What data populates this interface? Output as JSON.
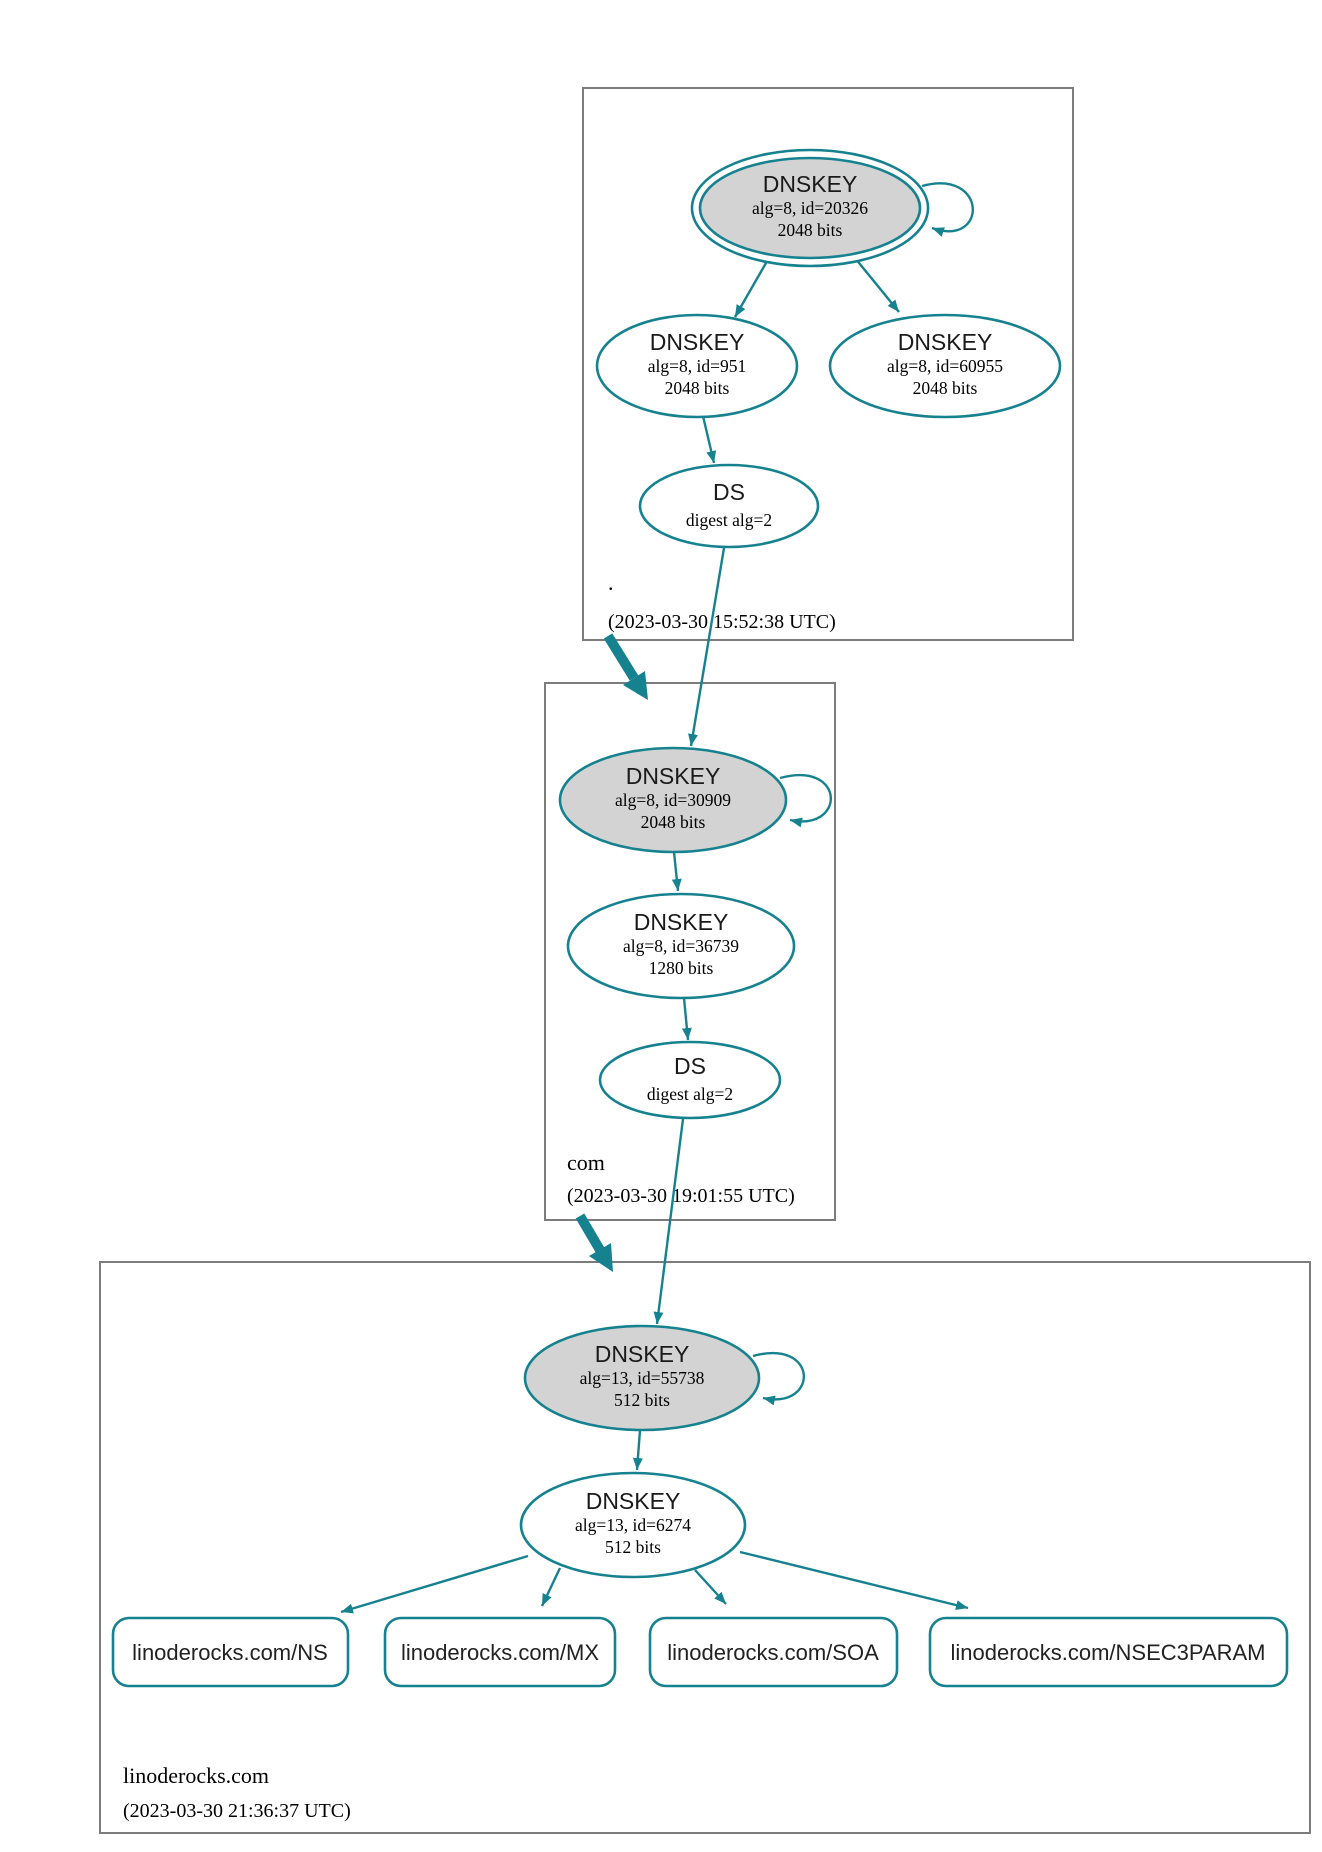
{
  "colors": {
    "secure": "#17828F",
    "node_fill": "#d3d3d3",
    "box_border": "#7c7c7c"
  },
  "zones": {
    "root": {
      "label": ".",
      "timestamp": "(2023-03-30 15:52:38 UTC)"
    },
    "com": {
      "label": "com",
      "timestamp": "(2023-03-30 19:01:55 UTC)"
    },
    "linoderocks": {
      "label": "linoderocks.com",
      "timestamp": "(2023-03-30 21:36:37 UTC)"
    }
  },
  "nodes": {
    "root_ksk": {
      "title": "DNSKEY",
      "alg": "alg=8, id=20326",
      "bits": "2048 bits"
    },
    "root_zsk1": {
      "title": "DNSKEY",
      "alg": "alg=8, id=951",
      "bits": "2048 bits"
    },
    "root_zsk2": {
      "title": "DNSKEY",
      "alg": "alg=8, id=60955",
      "bits": "2048 bits"
    },
    "root_ds": {
      "title": "DS",
      "alg": "digest alg=2"
    },
    "com_ksk": {
      "title": "DNSKEY",
      "alg": "alg=8, id=30909",
      "bits": "2048 bits"
    },
    "com_zsk": {
      "title": "DNSKEY",
      "alg": "alg=8, id=36739",
      "bits": "1280 bits"
    },
    "com_ds": {
      "title": "DS",
      "alg": "digest alg=2"
    },
    "lino_ksk": {
      "title": "DNSKEY",
      "alg": "alg=13, id=55738",
      "bits": "512 bits"
    },
    "lino_zsk": {
      "title": "DNSKEY",
      "alg": "alg=13, id=6274",
      "bits": "512 bits"
    }
  },
  "rrsets": {
    "ns": {
      "label": "linoderocks.com/NS"
    },
    "mx": {
      "label": "linoderocks.com/MX"
    },
    "soa": {
      "label": "linoderocks.com/SOA"
    },
    "nsec3param": {
      "label": "linoderocks.com/NSEC3PARAM"
    }
  }
}
